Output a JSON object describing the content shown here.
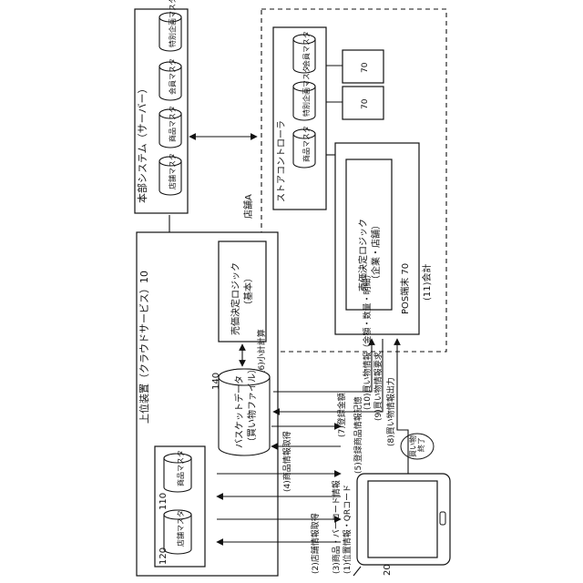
{
  "figure": {
    "hq_system": {
      "label": "本部システム（サーバー）"
    },
    "hq_masters": [
      "特別企画マスタ",
      "会員マスタ",
      "商品マスタ",
      "店舗マスタ"
    ],
    "store": {
      "label": "店舗A"
    },
    "store_controller": {
      "label": "ストアコントローラ"
    },
    "sc_masters": [
      "会員マスタ",
      "特別企画マスタ",
      "商品マスタ"
    ],
    "small_box_label": "70",
    "pricing_logic_store": {
      "label": "売価決定ロジック\n（企業・店舗）"
    },
    "pos": {
      "label": "POS端末 70",
      "checkout": "(11)会計"
    },
    "upper_device": {
      "label": "上位装置（クラウドサービス）10"
    },
    "pricing_logic_basic": {
      "label": "売価決定ロジック\n（基本）"
    },
    "subtotal": "(6)小計計算",
    "basket": {
      "label": "バスケットデータ\n（買い物ファイル）",
      "ref": "140"
    },
    "device_masters": {
      "product": {
        "label": "商品マスタ",
        "ref": "110"
      },
      "store": {
        "label": "店舗マスタ",
        "ref": "120"
      }
    },
    "terminal": {
      "ref": "20"
    },
    "shopping_end": "買い物終了",
    "steps": [
      {
        "label": "(1)位置情報・QRコード"
      },
      {
        "label": "(2)店舗情報取得"
      },
      {
        "label": "(3)商品・バーコード情報"
      },
      {
        "label": "(4)商品情報取得"
      },
      {
        "label": "(5)登録商品情報記憶"
      },
      {
        "label": "(7)登録金額"
      },
      {
        "label": "(8)買い物情報出力"
      },
      {
        "label": "(9)買い物情報要求"
      },
      {
        "label": "(10)買い物情報（金額・数量・明細）"
      }
    ]
  }
}
